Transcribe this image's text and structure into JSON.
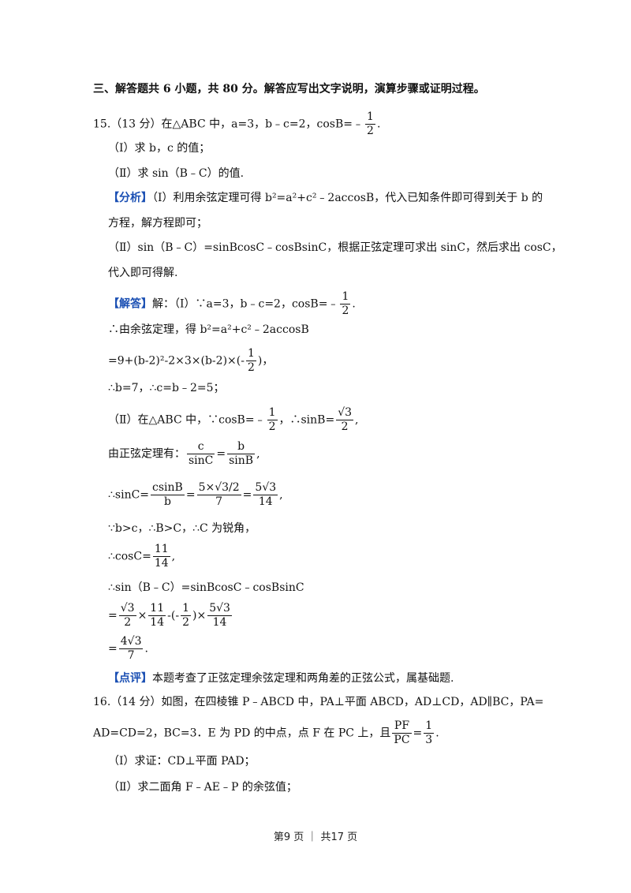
{
  "section_heading": "三、解答题共 6 小题，共 80 分。解答应写出文字说明，演算步骤或证明过程。",
  "q15": {
    "stem": "15.（13 分）在△ABC 中，a=3，b﹣c=2，cosB=﹣",
    "stem_num": "1",
    "stem_den": "2",
    "stem_end": ".",
    "p1": "（Ⅰ）求 b，c 的值；",
    "p2": "（Ⅱ）求 sin（B﹣C）的值.",
    "analysis_tag": "【分析】",
    "analysis_1": "（Ⅰ）利用余弦定理可得 b²=a²+c²﹣2accosB，代入已知条件即可得到关于 b 的",
    "analysis_2": "方程，解方程即可；",
    "analysis_3": "（Ⅱ）sin（B﹣C）=sinBcosC﹣cosBsinC，根据正弦定理可求出 sinC，然后求出 cosC，",
    "analysis_4": "代入即可得解.",
    "answer_tag": "【解答】",
    "answer_1": "解：（Ⅰ）∵a=3，b﹣c=2，cosB=﹣",
    "answer_2": "∴由余弦定理，得 b²=a²+c²﹣2accosB",
    "answer_3": "=9+(b-2)²-2×3×(b-2)×(-",
    "answer_3_end": ")，",
    "answer_4": "∴b=7，∴c=b﹣2=5；",
    "answer_5": "（Ⅱ）在△ABC 中，∵cosB=﹣",
    "answer_5_mid": "，∴sinB=",
    "answer_6": "由正弦定理有：",
    "answer_7": "∴sinC=",
    "answer_8": "∵b>c，∴B>C，∴C 为锐角，",
    "answer_9": "∴cosC=",
    "answer_10": "∴sin（B﹣C）=sinBcosC﹣cosBsinC",
    "answer_11": "=",
    "answer_12": "=",
    "comment_tag": "【点评】",
    "comment": "本题考查了正弦定理余弦定理和两角差的正弦公式，属基础题."
  },
  "q16": {
    "line1": "16.（14 分）如图，在四棱锥 P﹣ABCD 中，PA⊥平面 ABCD，AD⊥CD，AD∥BC，PA=",
    "line2": "AD=CD=2，BC=3．E 为 PD 的中点，点 F 在 PC 上，且",
    "line2_end": ".",
    "p1": "（Ⅰ）求证：CD⊥平面 PAD；",
    "p2": "（Ⅱ）求二面角 F﹣AE﹣P 的余弦值；"
  },
  "footer": "第9 页 ｜ 共17 页"
}
